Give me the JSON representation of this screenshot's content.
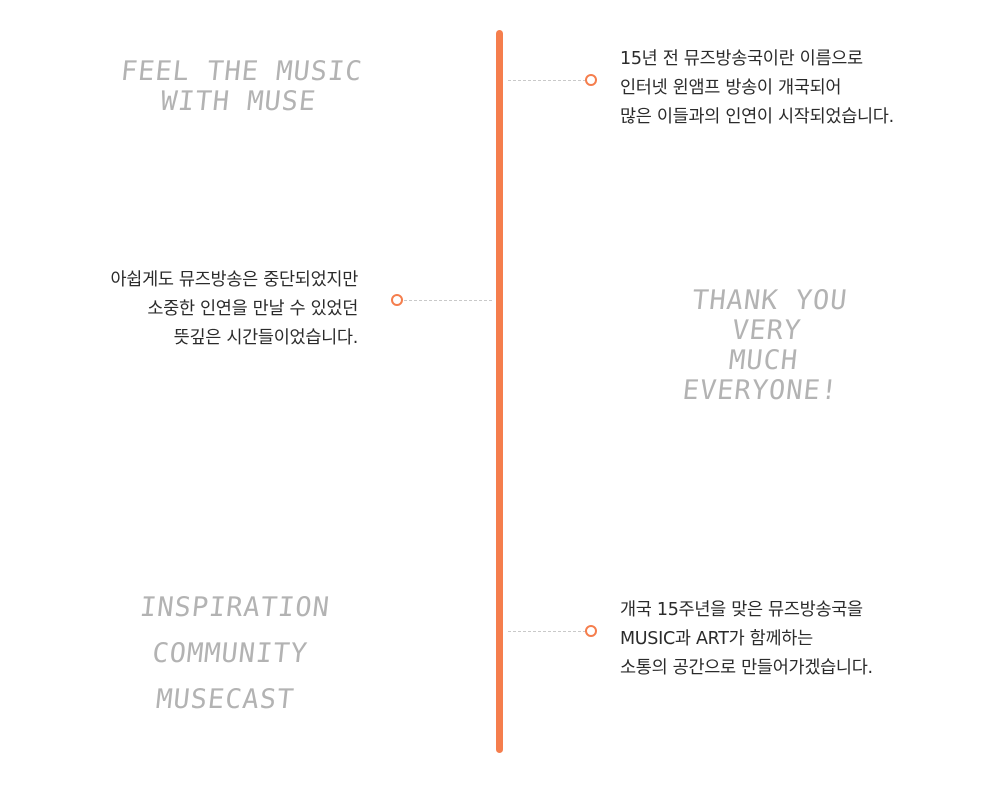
{
  "colors": {
    "accent": "#f57e4d",
    "connector": "#c9c9c9",
    "script_text": "#b3b3b3",
    "body_text": "#2b2b2b"
  },
  "slogans": {
    "feel_music": [
      "FEEL THE MUSIC",
      "WITH MUSE"
    ],
    "thank_you": [
      "THANK YOU",
      "VERY",
      "MUCH",
      "EVERYONE!"
    ],
    "inspiration": [
      "INSPIRATION",
      "COMMUNITY",
      "MUSECAST"
    ]
  },
  "timeline": {
    "entry1": [
      "15년 전 뮤즈방송국이란 이름으로",
      "인터넷 윈앰프 방송이 개국되어",
      "많은 이들과의 인연이 시작되었습니다."
    ],
    "entry2": [
      "아쉽게도 뮤즈방송은 중단되었지만",
      "소중한 인연을 만날 수 있었던",
      "뜻깊은 시간들이었습니다."
    ],
    "entry3": [
      "개국 15주년을 맞은 뮤즈방송국을",
      "MUSIC과 ART가 함께하는",
      "소통의 공간으로 만들어가겠습니다."
    ]
  }
}
